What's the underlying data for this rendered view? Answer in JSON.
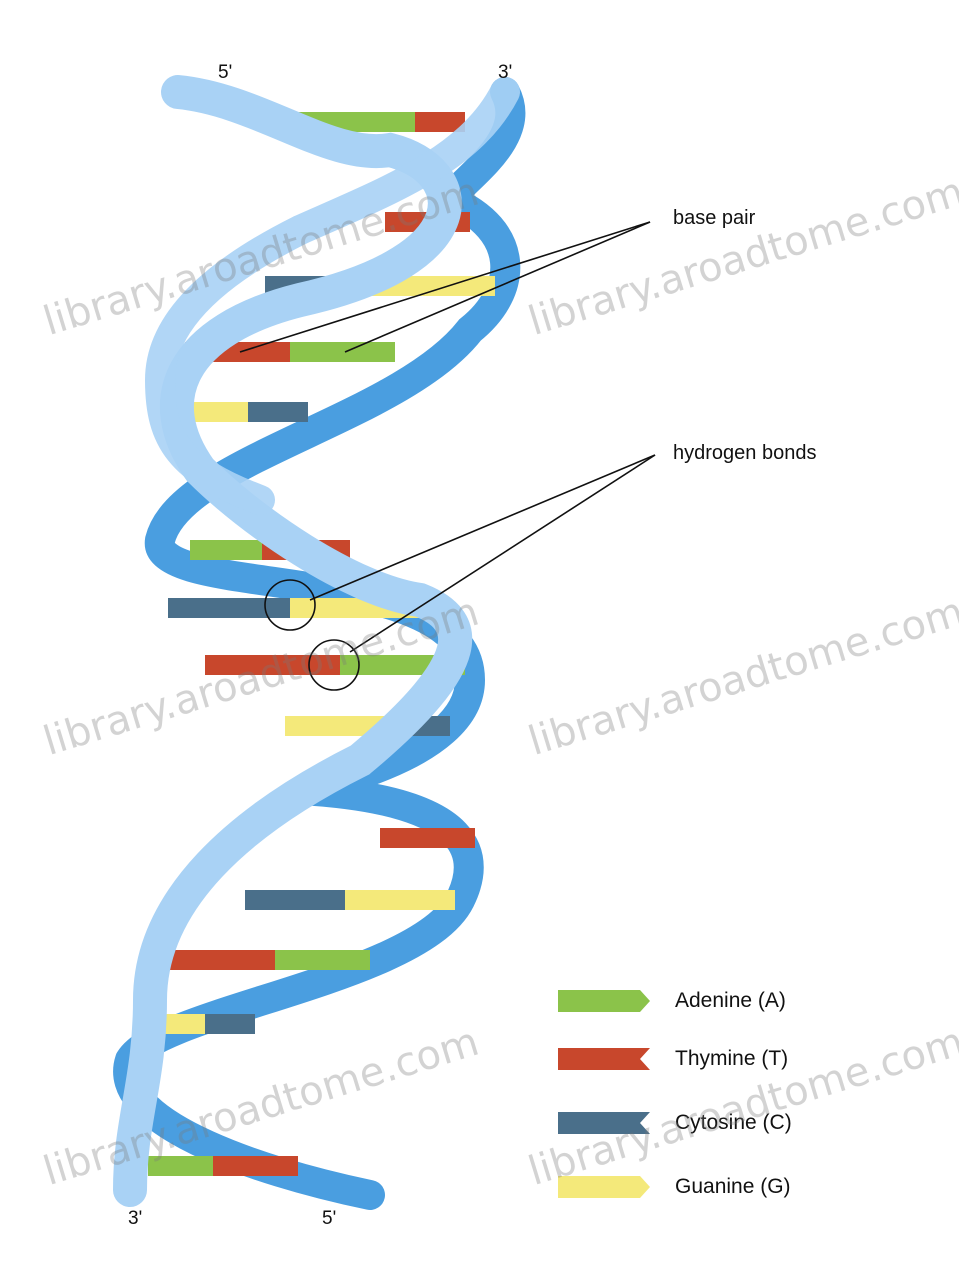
{
  "ends": {
    "top_left": "5'",
    "top_right": "3'",
    "bottom_left": "3'",
    "bottom_right": "5'"
  },
  "annotations": {
    "base_pair": "base pair",
    "hydrogen_bonds": "hydrogen bonds"
  },
  "legend": [
    {
      "label": "Adenine (A)",
      "color": "#8bc34a"
    },
    {
      "label": "Thymine (T)",
      "color": "#c8472c"
    },
    {
      "label": "Cytosine (C)",
      "color": "#4a6f8a"
    },
    {
      "label": "Guanine (G)",
      "color": "#f4e97a"
    }
  ],
  "colors": {
    "backbone_front": "#a9d2f5",
    "backbone_back": "#4a9ee0"
  },
  "watermark": "library.aroadtome.com"
}
